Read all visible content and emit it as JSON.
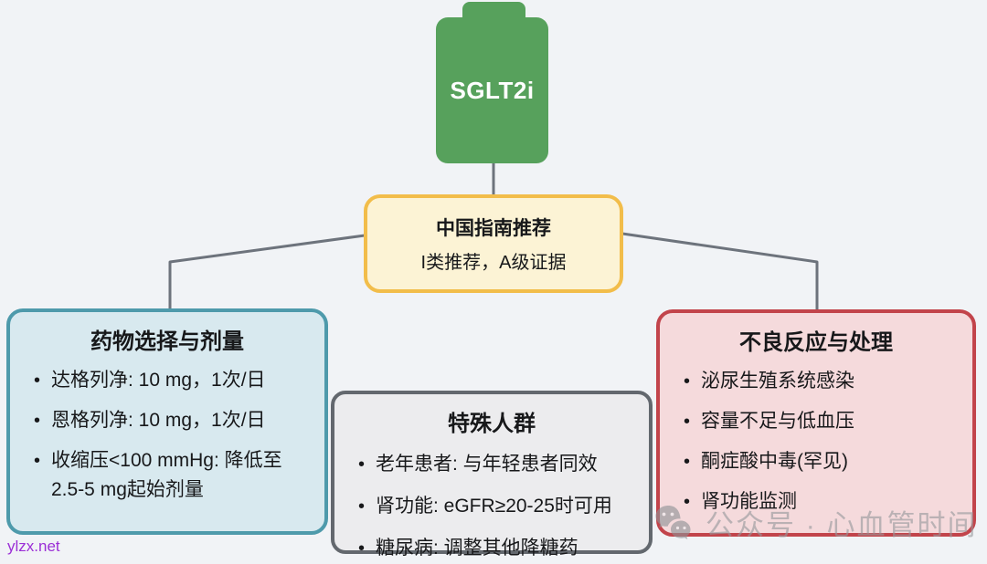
{
  "page": {
    "background_color": "#f1f3f6",
    "connector_color": "#6d737c"
  },
  "diagram": {
    "root": {
      "label": "SGLT2i",
      "shape": "battery",
      "fill": "#57a15c",
      "text_color": "#ffffff"
    },
    "recommendation": {
      "title": "中国指南推荐",
      "subtitle": "I类推荐，A级证据",
      "fill": "#fcf3d5",
      "border": "#f2bd4a"
    },
    "branches": [
      {
        "id": "drug-dosing",
        "title": "药物选择与剂量",
        "bullets": [
          "达格列净: 10 mg，1次/日",
          "恩格列净: 10 mg，1次/日",
          "收缩压<100 mmHg: 降低至2.5-5 mg起始剂量"
        ],
        "fill": "#d8e9ef",
        "border": "#4e9aab"
      },
      {
        "id": "special-populations",
        "title": "特殊人群",
        "bullets": [
          "老年患者: 与年轻患者同效",
          "肾功能: eGFR≥20-25时可用",
          "糖尿病: 调整其他降糖药"
        ],
        "fill": "#ececee",
        "border": "#63686e"
      },
      {
        "id": "adverse-reactions",
        "title": "不良反应与处理",
        "bullets": [
          "泌尿生殖系统感染",
          "容量不足与低血压",
          "酮症酸中毒(罕见)",
          "肾功能监测"
        ],
        "fill": "#f5dadc",
        "border": "#c2444b"
      }
    ]
  },
  "watermarks": {
    "site": "ylzx.net",
    "site_color": "#9b2fd6",
    "wechat": "公众号 · 心血管时间",
    "wechat_icon": "wechat-icon",
    "wechat_color": "#97999d"
  }
}
